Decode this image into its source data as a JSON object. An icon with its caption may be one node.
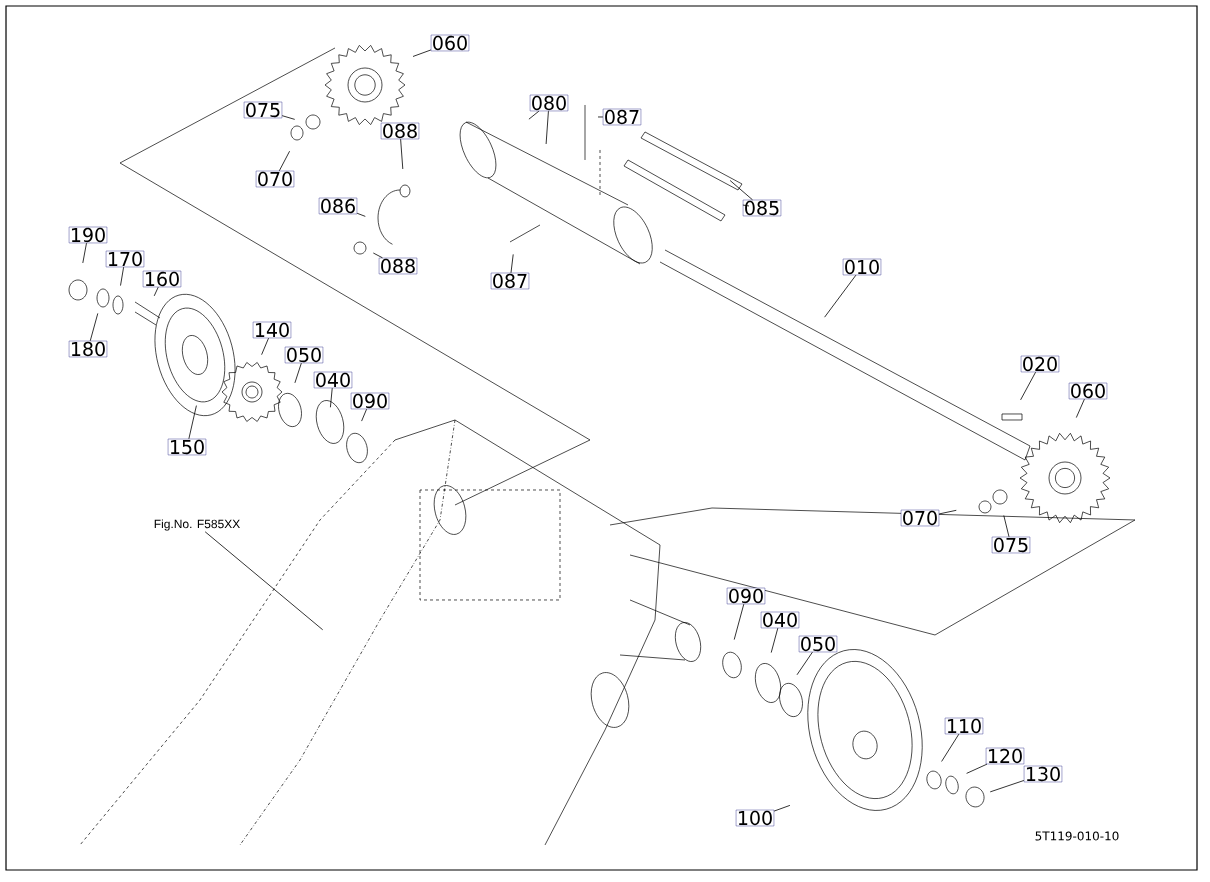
{
  "diagram": {
    "nodes": [
      {
        "text": [
          "060"
        ]
      },
      {
        "text": [
          "075"
        ]
      },
      {
        "text": [
          "080"
        ]
      },
      {
        "text": [
          "087"
        ]
      },
      {
        "text": [
          "088"
        ]
      },
      {
        "text": [
          "070"
        ]
      },
      {
        "text": [
          "086"
        ]
      },
      {
        "text": [
          "085"
        ]
      },
      {
        "text": [
          "190"
        ]
      },
      {
        "text": [
          "170"
        ]
      },
      {
        "text": [
          "088"
        ]
      },
      {
        "text": [
          "087"
        ]
      },
      {
        "text": [
          "010"
        ]
      },
      {
        "text": [
          "160"
        ]
      },
      {
        "text": [
          "140"
        ]
      },
      {
        "text": [
          "180"
        ]
      },
      {
        "text": [
          "050"
        ]
      },
      {
        "text": [
          "020"
        ]
      },
      {
        "text": [
          "040"
        ]
      },
      {
        "text": [
          "060"
        ]
      },
      {
        "text": [
          "090"
        ]
      },
      {
        "text": [
          "150"
        ]
      },
      {
        "text": [
          "070"
        ]
      },
      {
        "text": [
          "Fig.No. F585XX"
        ]
      },
      {
        "text": [
          "075"
        ]
      },
      {
        "text": [
          "090"
        ]
      },
      {
        "text": [
          "040"
        ]
      },
      {
        "text": [
          "050"
        ]
      },
      {
        "text": [
          "110"
        ]
      },
      {
        "text": [
          "120"
        ]
      },
      {
        "text": [
          "130"
        ]
      },
      {
        "text": [
          "100"
        ]
      }
    ],
    "edges": [
      {
        "from": 0,
        "to": null,
        "arrow": "none"
      },
      {
        "from": 1,
        "to": null,
        "arrow": "none"
      },
      {
        "from": 2,
        "to": null,
        "arrow": "none"
      },
      {
        "from": 2,
        "to": null,
        "arrow": "none"
      },
      {
        "from": 3,
        "to": null,
        "arrow": "none"
      },
      {
        "from": 4,
        "to": null,
        "arrow": "none"
      },
      {
        "from": 5,
        "to": null,
        "arrow": "none"
      },
      {
        "from": 6,
        "to": null,
        "arrow": "none"
      },
      {
        "from": 7,
        "to": null,
        "arrow": "none"
      },
      {
        "from": 7,
        "to": null,
        "arrow": "none"
      },
      {
        "from": 8,
        "to": null,
        "arrow": "none"
      },
      {
        "from": 9,
        "to": null,
        "arrow": "none"
      },
      {
        "from": 10,
        "to": null,
        "arrow": "none"
      },
      {
        "from": 11,
        "to": null,
        "arrow": "none"
      },
      {
        "from": 12,
        "to": null,
        "arrow": "none"
      },
      {
        "from": 13,
        "to": null,
        "arrow": "none"
      },
      {
        "from": 14,
        "to": null,
        "arrow": "none"
      },
      {
        "from": 15,
        "to": null,
        "arrow": "none"
      },
      {
        "from": 16,
        "to": null,
        "arrow": "none"
      },
      {
        "from": 17,
        "to": null,
        "arrow": "none"
      },
      {
        "from": 18,
        "to": null,
        "arrow": "none"
      },
      {
        "from": 19,
        "to": null,
        "arrow": "none"
      },
      {
        "from": 20,
        "to": null,
        "arrow": "none"
      },
      {
        "from": 21,
        "to": null,
        "arrow": "none"
      },
      {
        "from": 22,
        "to": null,
        "arrow": "none"
      },
      {
        "from": 23,
        "to": null,
        "arrow": "none"
      },
      {
        "from": 24,
        "to": null,
        "arrow": "none"
      },
      {
        "from": 25,
        "to": null,
        "arrow": "none"
      },
      {
        "from": 26,
        "to": null,
        "arrow": "none"
      },
      {
        "from": 27,
        "to": null,
        "arrow": "none"
      },
      {
        "from": 28,
        "to": null,
        "arrow": "none"
      },
      {
        "from": 29,
        "to": null,
        "arrow": "none"
      },
      {
        "from": 30,
        "to": null,
        "arrow": "none"
      },
      {
        "from": 31,
        "to": null,
        "arrow": "none"
      }
    ],
    "labels": [
      "5T119-010-10"
    ]
  }
}
